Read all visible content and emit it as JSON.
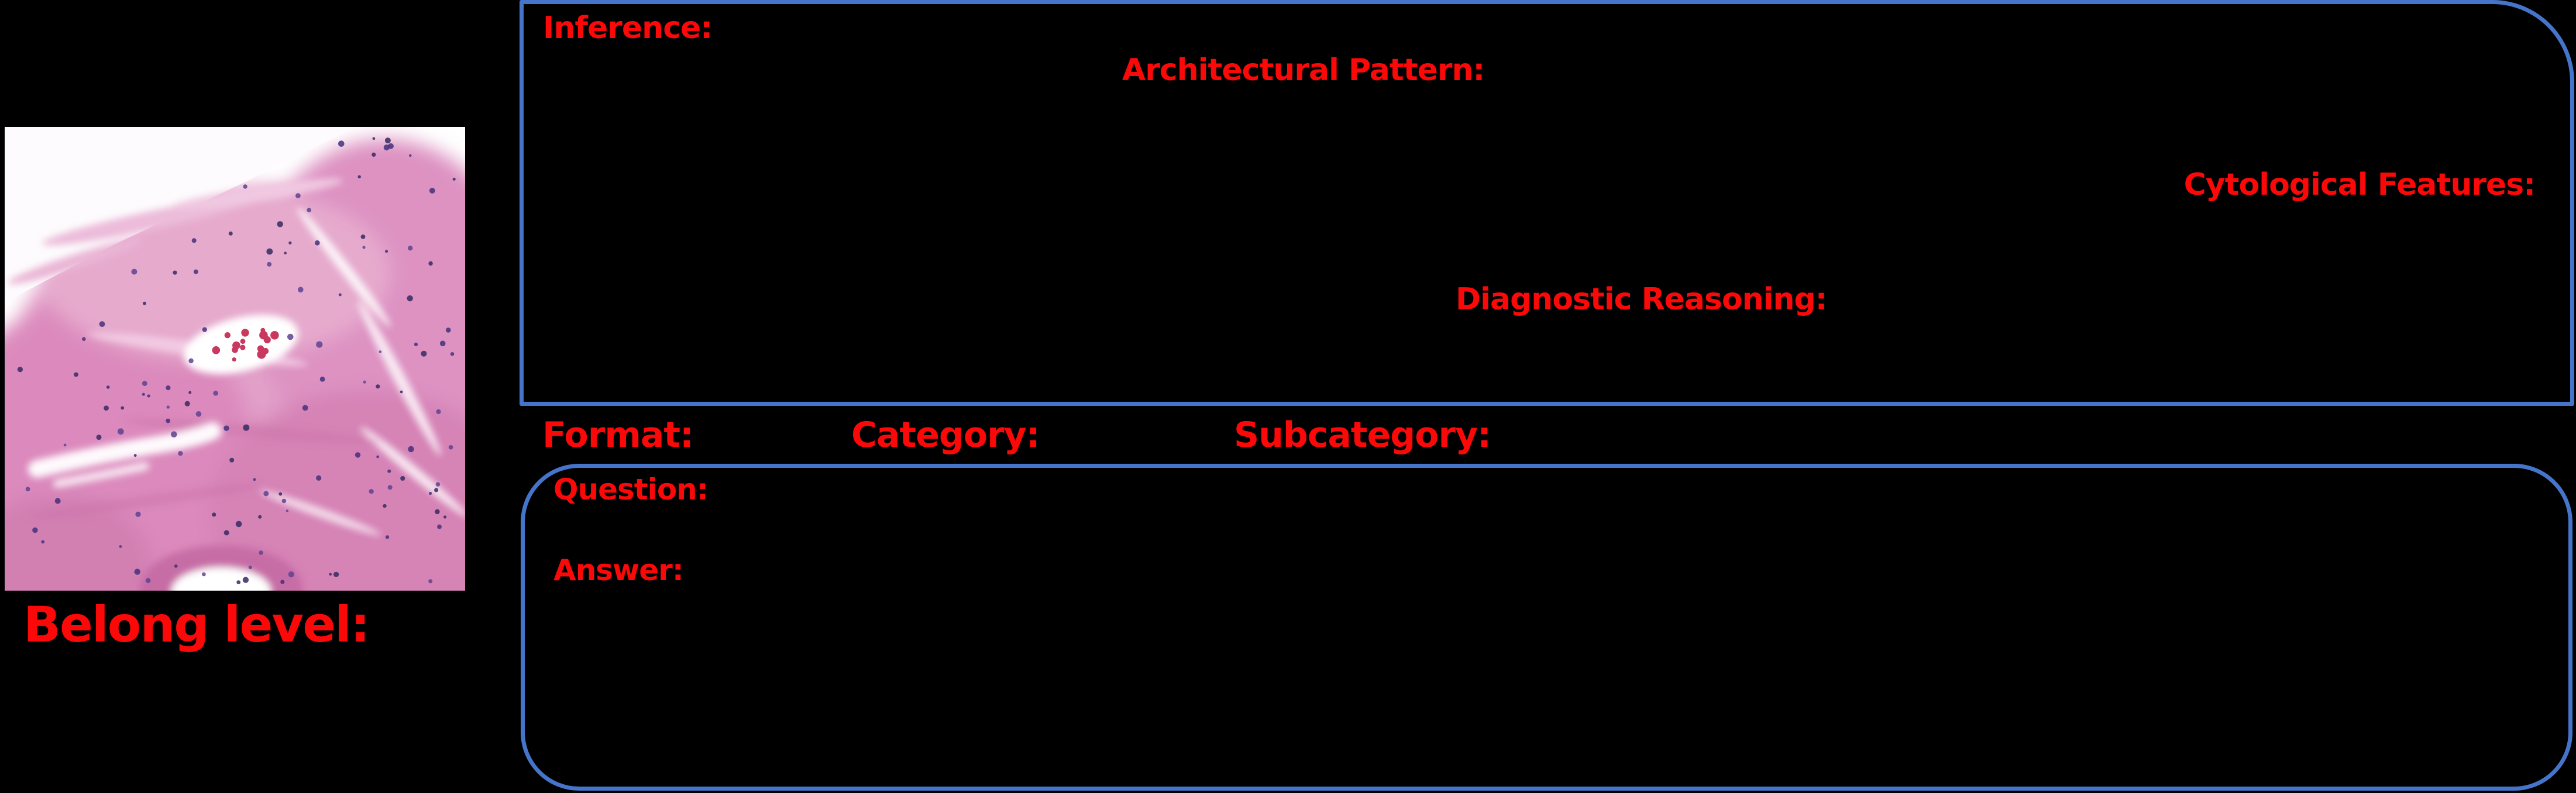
{
  "colors": {
    "accent_blue": "#4575cb",
    "label_red": "#fb0808",
    "background": "#000000"
  },
  "left_panel": {
    "belong_level_label": "Belong level:"
  },
  "inference_panel": {
    "inference_label": "Inference:",
    "architectural_pattern_label": "Architectural Pattern:",
    "cytological_features_label": "Cytological Features:",
    "diagnostic_reasoning_label": "Diagnostic Reasoning:"
  },
  "classification_row": {
    "format_label": "Format:",
    "category_label": "Category:",
    "subcategory_label": "Subcategory:"
  },
  "qa_panel": {
    "question_label": "Question:",
    "answer_label": "Answer:"
  }
}
